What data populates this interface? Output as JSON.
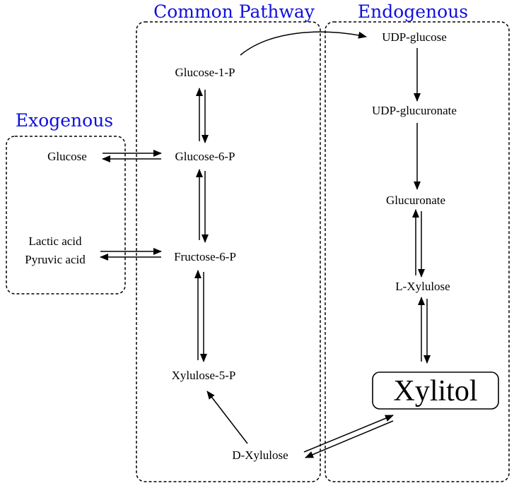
{
  "regions": {
    "common": "Common Pathway",
    "endogenous": "Endogenous",
    "exogenous": "Exogenous"
  },
  "nodes": {
    "glucose_1_p": "Glucose-1-P",
    "glucose_6_p": "Glucose-6-P",
    "fructose_6_p": "Fructose-6-P",
    "xylulose_5_p": "Xylulose-5-P",
    "d_xylulose": "D-Xylulose",
    "glucose": "Glucose",
    "lactic_acid": "Lactic acid",
    "pyruvic_acid": "Pyruvic acid",
    "udp_glucose": "UDP-glucose",
    "udp_glucuronate": "UDP-glucuronate",
    "glucuronate": "Glucuronate",
    "l_xylulose": "L-Xylulose",
    "xylitol": "Xylitol"
  },
  "colors": {
    "title": "#1010dd",
    "ink": "#000000"
  }
}
